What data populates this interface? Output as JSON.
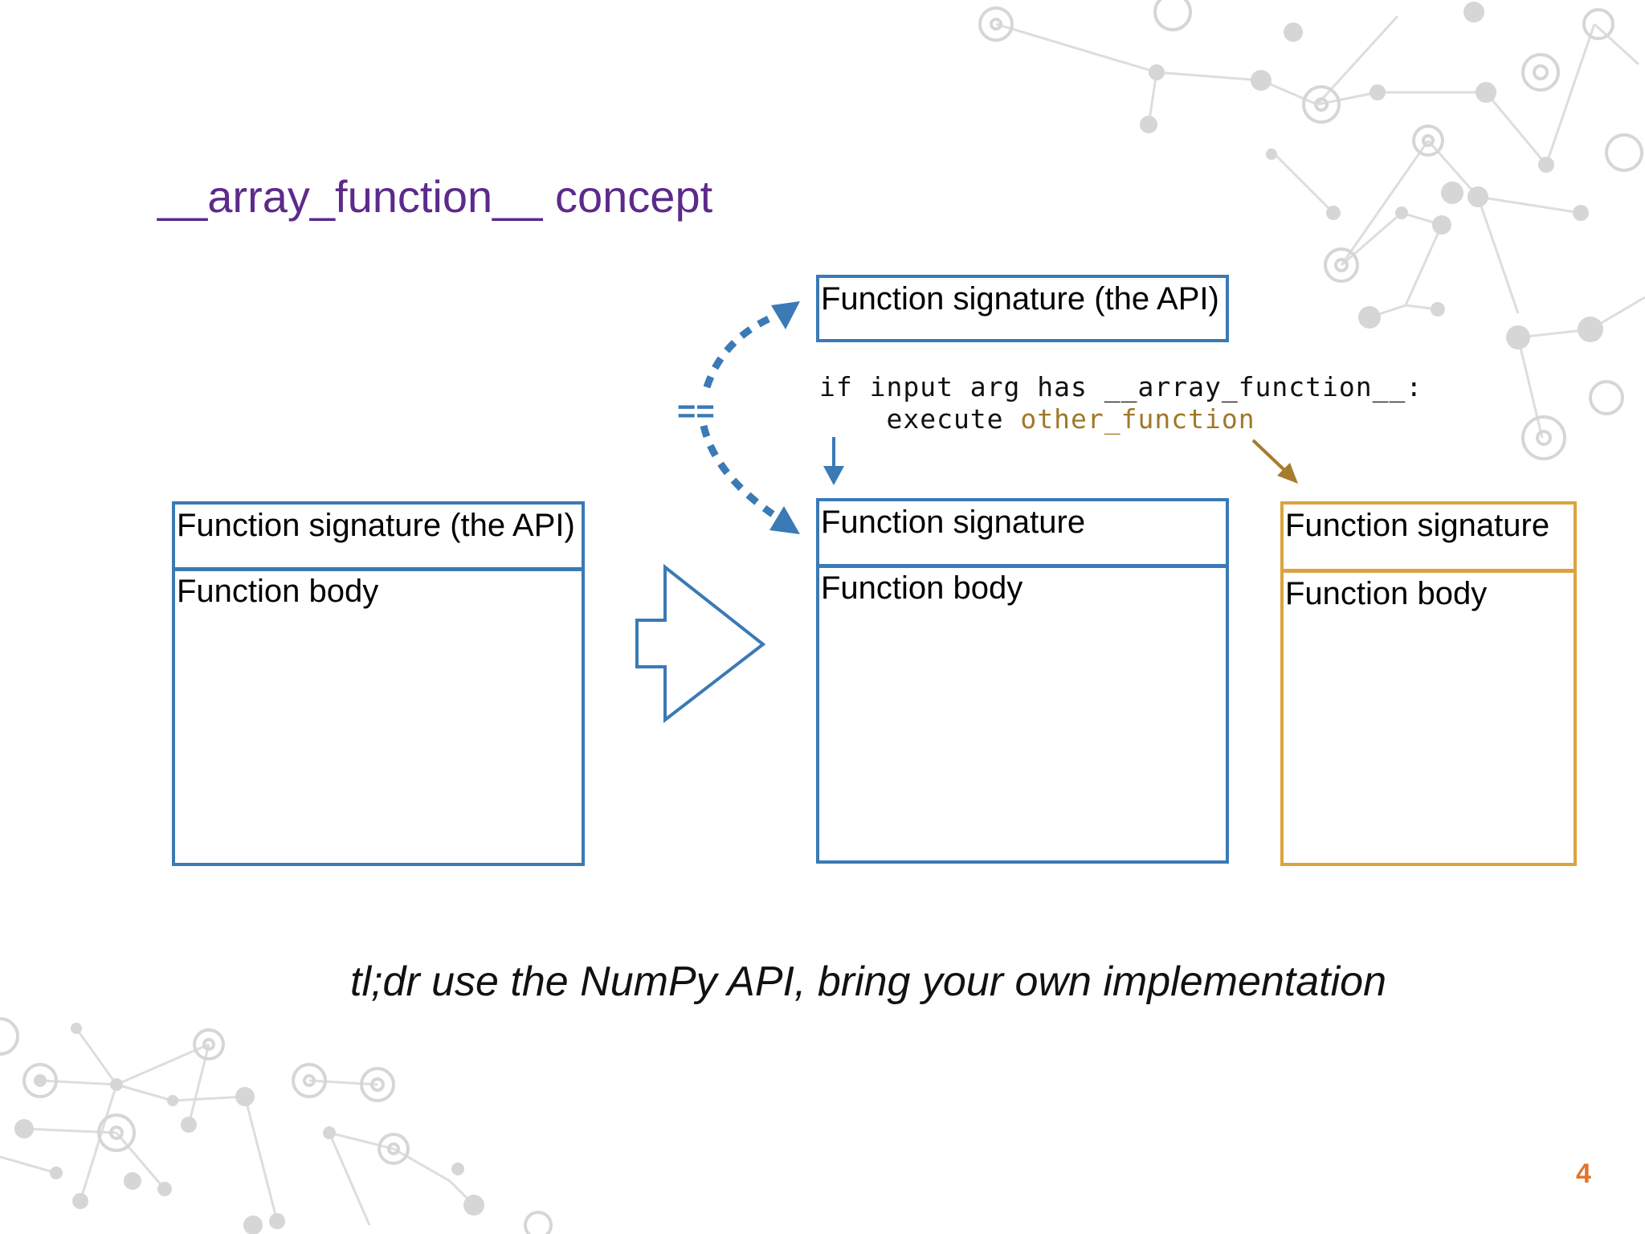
{
  "slide": {
    "title": "__array_function__ concept",
    "page_number": "4",
    "tagline": "tl;dr use the NumPy API, bring your own implementation"
  },
  "diagram": {
    "left_box": {
      "signature": "Function signature (the API)",
      "body": "Function body"
    },
    "top_box": {
      "signature": "Function signature (the API)"
    },
    "middle_box": {
      "signature": "Function signature",
      "body": "Function body"
    },
    "right_box": {
      "signature": "Function signature",
      "body": "Function body"
    },
    "equals_label": "==",
    "code": {
      "line1": "if input arg has __array_function__:",
      "line2_prefix": "    execute ",
      "line2_highlight": "other_function"
    }
  },
  "colors": {
    "title": "#5d2a8c",
    "numpy_blue": "#3a7ab5",
    "alt_orange": "#dca33e",
    "highlight_gold": "#a0782a",
    "arrow_brown": "#a67c2e",
    "page_number": "#e0762a",
    "network_gray": "#cfcfcf"
  }
}
